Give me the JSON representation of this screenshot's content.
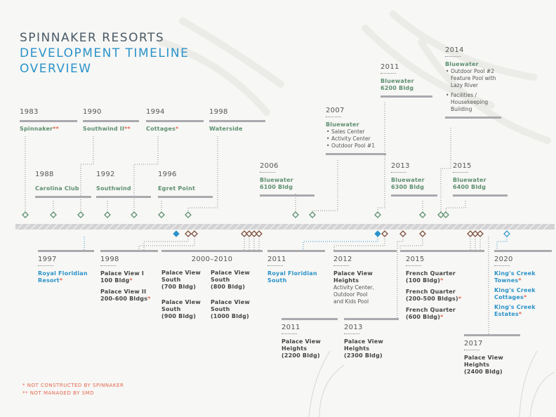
{
  "title": {
    "line1": "SPINNAKER RESORTS",
    "line2": "DEVELOPMENT TIMELINE",
    "line3": "OVERVIEW"
  },
  "colors": {
    "title_dark": "#4a5a66",
    "title_blue": "#2a93c9",
    "green": "#5d8f6f",
    "blue": "#2a93c9",
    "brown": "#7d4e3b",
    "bar": "#aaa9ae",
    "asterisk": "#e2674f"
  },
  "top_events": [
    {
      "year": "1983",
      "name": "Spinnaker",
      "mark": "**"
    },
    {
      "year": "1990",
      "name": "Southwind II",
      "mark": "**"
    },
    {
      "year": "1994",
      "name": "Cottages",
      "mark": "*"
    },
    {
      "year": "1998",
      "name": "Waterside",
      "mark": ""
    },
    {
      "year": "1988",
      "name": "Carolina Club",
      "mark": ""
    },
    {
      "year": "1992",
      "name": "Southwind",
      "mark": ""
    },
    {
      "year": "1996",
      "name": "Egret Point",
      "mark": ""
    },
    {
      "year": "2006",
      "name": "Bluewater",
      "name2": "6100 Bldg"
    },
    {
      "year": "2007",
      "name": "Bluewater",
      "items": [
        "Sales Center",
        "Activity Center",
        "Outdoor Pool #1"
      ]
    },
    {
      "year": "2011",
      "name": "Bluewater",
      "name2": "6200 Bldg"
    },
    {
      "year": "2013",
      "name": "Bluewater",
      "name2": "6300 Bldg"
    },
    {
      "year": "2014",
      "name": "Bluewater",
      "items": [
        "Outdoor Pool #2 Feature Pool with Lazy River",
        "Facilities / Housekeeping Building"
      ]
    },
    {
      "year": "2015",
      "name": "Bluewater",
      "name2": "6400 Bldg"
    }
  ],
  "bottom_events": {
    "e1997": {
      "year": "1997",
      "name": "Royal Floridian",
      "name2": "Resort",
      "mark": "*"
    },
    "e1998": {
      "year": "1998",
      "line1": "Palace View I",
      "line2": "100 Bldg",
      "mark2": "*",
      "line3": "Palace View II",
      "line4": "200-600 Bldgs",
      "mark4": "*"
    },
    "e2000": {
      "year": "2000–2010",
      "c1": [
        "Palace View",
        "South",
        "(700 Bldg)"
      ],
      "c2": [
        "Palace View",
        "South",
        "(800 Bldg)"
      ],
      "c3": [
        "Palace View",
        "South",
        "(900 Bldg)"
      ],
      "c4": [
        "Palace View",
        "South",
        "(1000 Bldg)"
      ]
    },
    "e2011a": {
      "year": "2011",
      "name": "Royal Floridian",
      "name2": "South"
    },
    "e2012": {
      "year": "2012",
      "line1": "Palace View",
      "line2": "Heights",
      "sub": [
        "Activity Center,",
        "Outdoor Pool",
        "and Kids Pool"
      ]
    },
    "e2015": {
      "year": "2015",
      "a1": "French Quarter",
      "a2": "(100 Bldg)",
      "b1": "French Quarter",
      "b2": "(200-500 Bldgs)",
      "c1": "French Quarter",
      "c2": "(600 Bldg)",
      "mark": "*"
    },
    "e2020": {
      "year": "2020",
      "a1": "King's Creek",
      "a2": "Townes",
      "b1": "King's Creek",
      "b2": "Cottages",
      "c1": "King's Creek",
      "c2": "Estates",
      "mark": "*"
    },
    "e2011b": {
      "year": "2011",
      "lines": [
        "Palace View",
        "Heights",
        "(2200 Bldg)"
      ]
    },
    "e2013": {
      "year": "2013",
      "lines": [
        "Palace View",
        "Heights",
        "(2300 Bldg)"
      ]
    },
    "e2017": {
      "year": "2017",
      "lines": [
        "Palace View",
        "Heights",
        "(2400 Bldg)"
      ]
    }
  },
  "footnotes": {
    "f1": "*   NOT CONSTRUCTED BY SPINNAKER",
    "f2": "**  NOT MANAGED BY SMD"
  }
}
